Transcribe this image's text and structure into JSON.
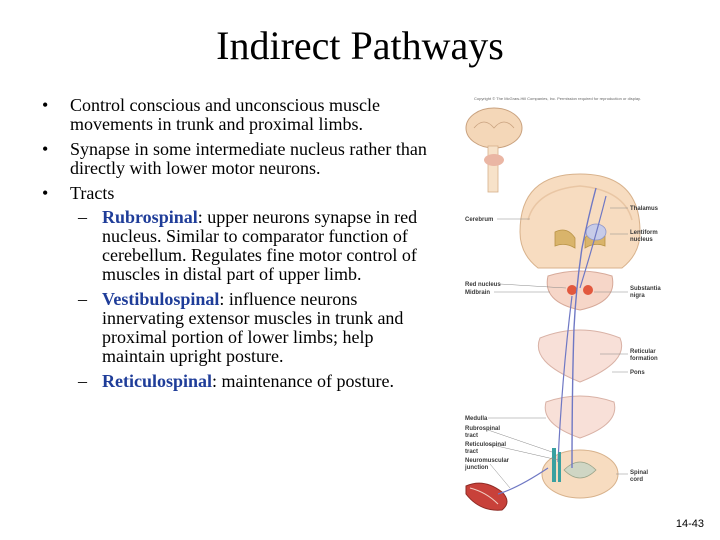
{
  "slide": {
    "title": "Indirect Pathways",
    "page_number": "14-43"
  },
  "bullets": [
    "Control conscious and unconscious muscle movements in trunk and proximal limbs.",
    "Synapse in some intermediate nucleus rather than directly with lower motor neurons.",
    "Tracts"
  ],
  "tracts": [
    {
      "name": "Rubrospinal",
      "text": ": upper neurons synapse in red nucleus. Similar to comparator function of cerebellum. Regulates fine motor control of muscles in distal part of upper limb."
    },
    {
      "name": "Vestibulospinal",
      "text": ": influence neurons innervating extensor muscles in trunk and proximal portion of lower limbs; help maintain upright posture."
    },
    {
      "name": "Reticulospinal",
      "text": ": maintenance of posture."
    }
  ],
  "figure": {
    "copyright": "Copyright © The McGraw-Hill Companies, Inc. Permission required for reproduction or display.",
    "labels": {
      "cerebrum": "Cerebrum",
      "thalamus": "Thalamus",
      "lentiform_1": "Lentiform",
      "lentiform_2": "nucleus",
      "red_nucleus": "Red nucleus",
      "midbrain": "Midbrain",
      "substantia_1": "Substantia",
      "substantia_2": "nigra",
      "reticular_1": "Reticular",
      "reticular_2": "formation",
      "pons": "Pons",
      "medulla": "Medulla",
      "rubro_1": "Rubrospinal",
      "rubro_2": "tract",
      "retic_1": "Reticulospinal",
      "retic_2": "tract",
      "neuro_1": "Neuromuscular",
      "neuro_2": "junction",
      "spinal_1": "Spinal",
      "spinal_2": "cord"
    }
  }
}
